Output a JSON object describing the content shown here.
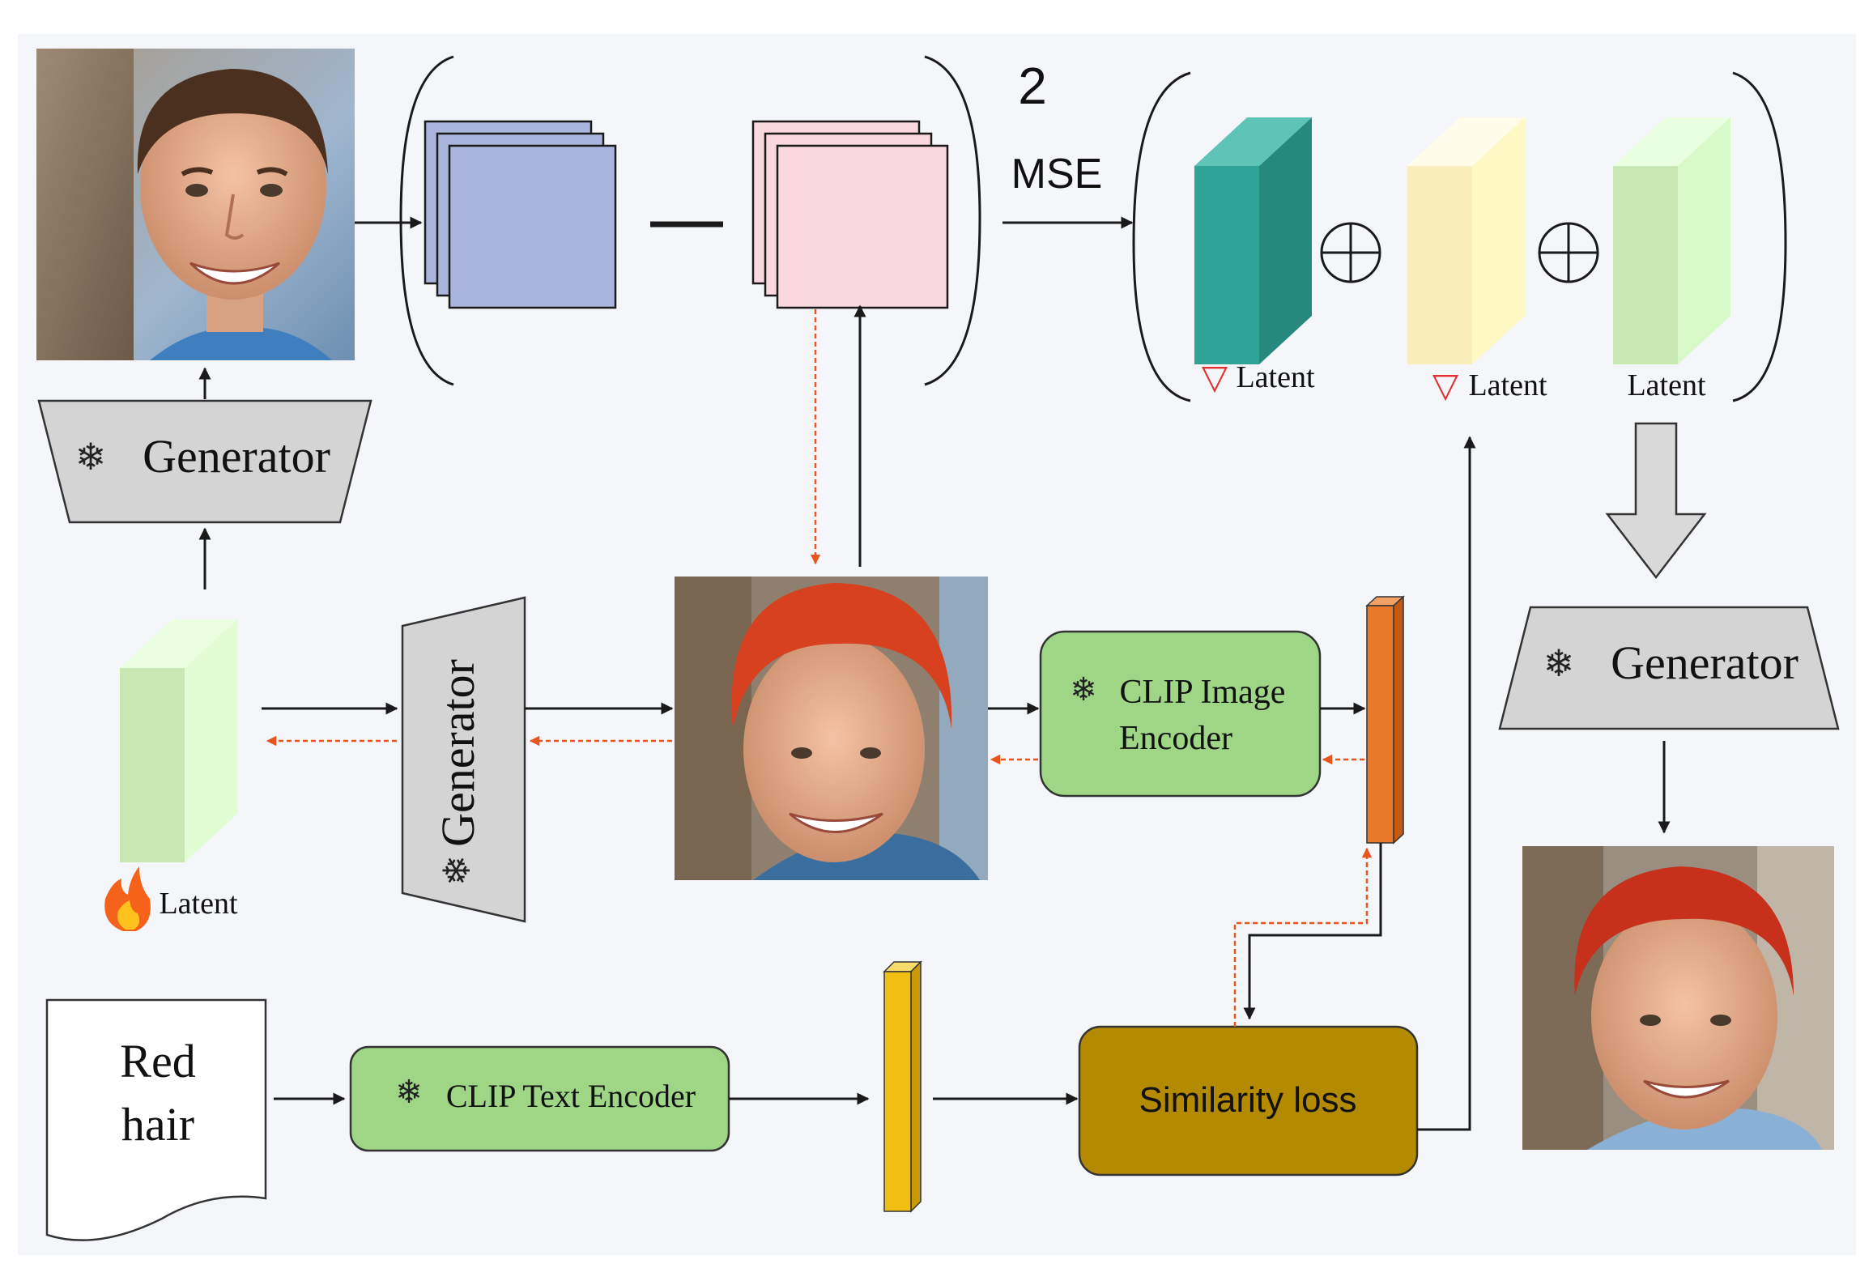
{
  "labels": {
    "exponent": "2",
    "mse": "MSE",
    "generator": "Generator",
    "latent": "Latent",
    "clip_image_encoder_line1": "CLIP Image",
    "clip_image_encoder_line2": "Encoder",
    "clip_text_encoder": "CLIP Text Encoder",
    "similarity_loss": "Similarity loss",
    "prompt_line1": "Red",
    "prompt_line2": "hair"
  },
  "symbols": {
    "frozen": "❄",
    "gradient": "▽",
    "trainable": "flame-icon",
    "add": "oplus"
  },
  "colors": {
    "background": "#f4f6f9",
    "generator_fill": "#d4d4d4",
    "encoder_fill": "#9ed686",
    "similarity_fill": "#b38a00",
    "image_feature_fill": "#e8782a",
    "text_feature_fill": "#f1bf13",
    "latent_green_front": "#dcffcf",
    "latent_teal_front": "#2ea396",
    "latent_yellow_front": "#fffbd7",
    "featuremap_blue": "#a9b5dd",
    "featuremap_pink": "#fbd8df",
    "backprop_arrow": "#e8541e",
    "forward_arrow": "#1a1a1a"
  }
}
